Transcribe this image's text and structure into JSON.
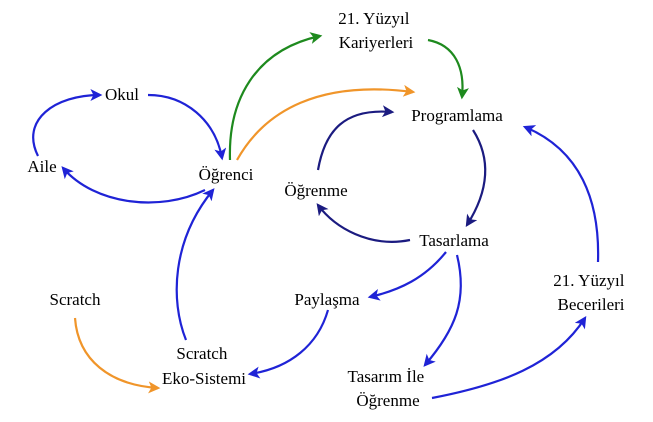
{
  "colors": {
    "blue": "#1f23d6",
    "navy": "#1b1b80",
    "green": "#1e8a1e",
    "orange": "#f0952a",
    "text": "#000000",
    "background": "#ffffff"
  },
  "nodes": [
    {
      "id": "okul",
      "lines": [
        "Okul"
      ]
    },
    {
      "id": "aile",
      "lines": [
        "Aile"
      ]
    },
    {
      "id": "ogrenci",
      "lines": [
        "Öğrenci"
      ]
    },
    {
      "id": "kariyerler",
      "lines": [
        "21. Yüzyıl",
        "Kariyerleri"
      ]
    },
    {
      "id": "programlama",
      "lines": [
        "Programlama"
      ]
    },
    {
      "id": "ogrenme",
      "lines": [
        "Öğrenme"
      ]
    },
    {
      "id": "tasarlama",
      "lines": [
        "Tasarlama"
      ]
    },
    {
      "id": "scratch",
      "lines": [
        "Scratch"
      ]
    },
    {
      "id": "paylasma",
      "lines": [
        "Paylaşma"
      ]
    },
    {
      "id": "ekosistem",
      "lines": [
        "Scratch",
        "Eko-Sistemi"
      ]
    },
    {
      "id": "tasarim_ogrenme",
      "lines": [
        "Tasarım İle",
        "Öğrenme"
      ]
    },
    {
      "id": "beceriler",
      "lines": [
        "21. Yüzyıl",
        "Becerileri"
      ]
    }
  ],
  "edges": [
    {
      "from": "aile",
      "to": "okul",
      "color": "blue"
    },
    {
      "from": "okul",
      "to": "ogrenci",
      "color": "blue"
    },
    {
      "from": "ogrenci",
      "to": "aile",
      "color": "blue"
    },
    {
      "from": "ogrenci",
      "to": "kariyerler",
      "color": "green"
    },
    {
      "from": "kariyerler",
      "to": "programlama",
      "color": "green"
    },
    {
      "from": "ogrenci",
      "to": "programlama",
      "color": "orange"
    },
    {
      "from": "programlama",
      "to": "tasarlama",
      "color": "navy"
    },
    {
      "from": "tasarlama",
      "to": "ogrenme",
      "color": "navy"
    },
    {
      "from": "ogrenme",
      "to": "programlama",
      "color": "navy"
    },
    {
      "from": "tasarlama",
      "to": "paylasma",
      "color": "blue"
    },
    {
      "from": "tasarlama",
      "to": "tasarim_ogrenme",
      "color": "blue"
    },
    {
      "from": "paylasma",
      "to": "ekosistem",
      "color": "blue"
    },
    {
      "from": "tasarim_ogrenme",
      "to": "beceriler",
      "color": "blue"
    },
    {
      "from": "beceriler",
      "to": "programlama",
      "color": "blue"
    },
    {
      "from": "ekosistem",
      "to": "ogrenci",
      "color": "blue"
    },
    {
      "from": "scratch",
      "to": "ekosistem",
      "color": "orange"
    }
  ]
}
